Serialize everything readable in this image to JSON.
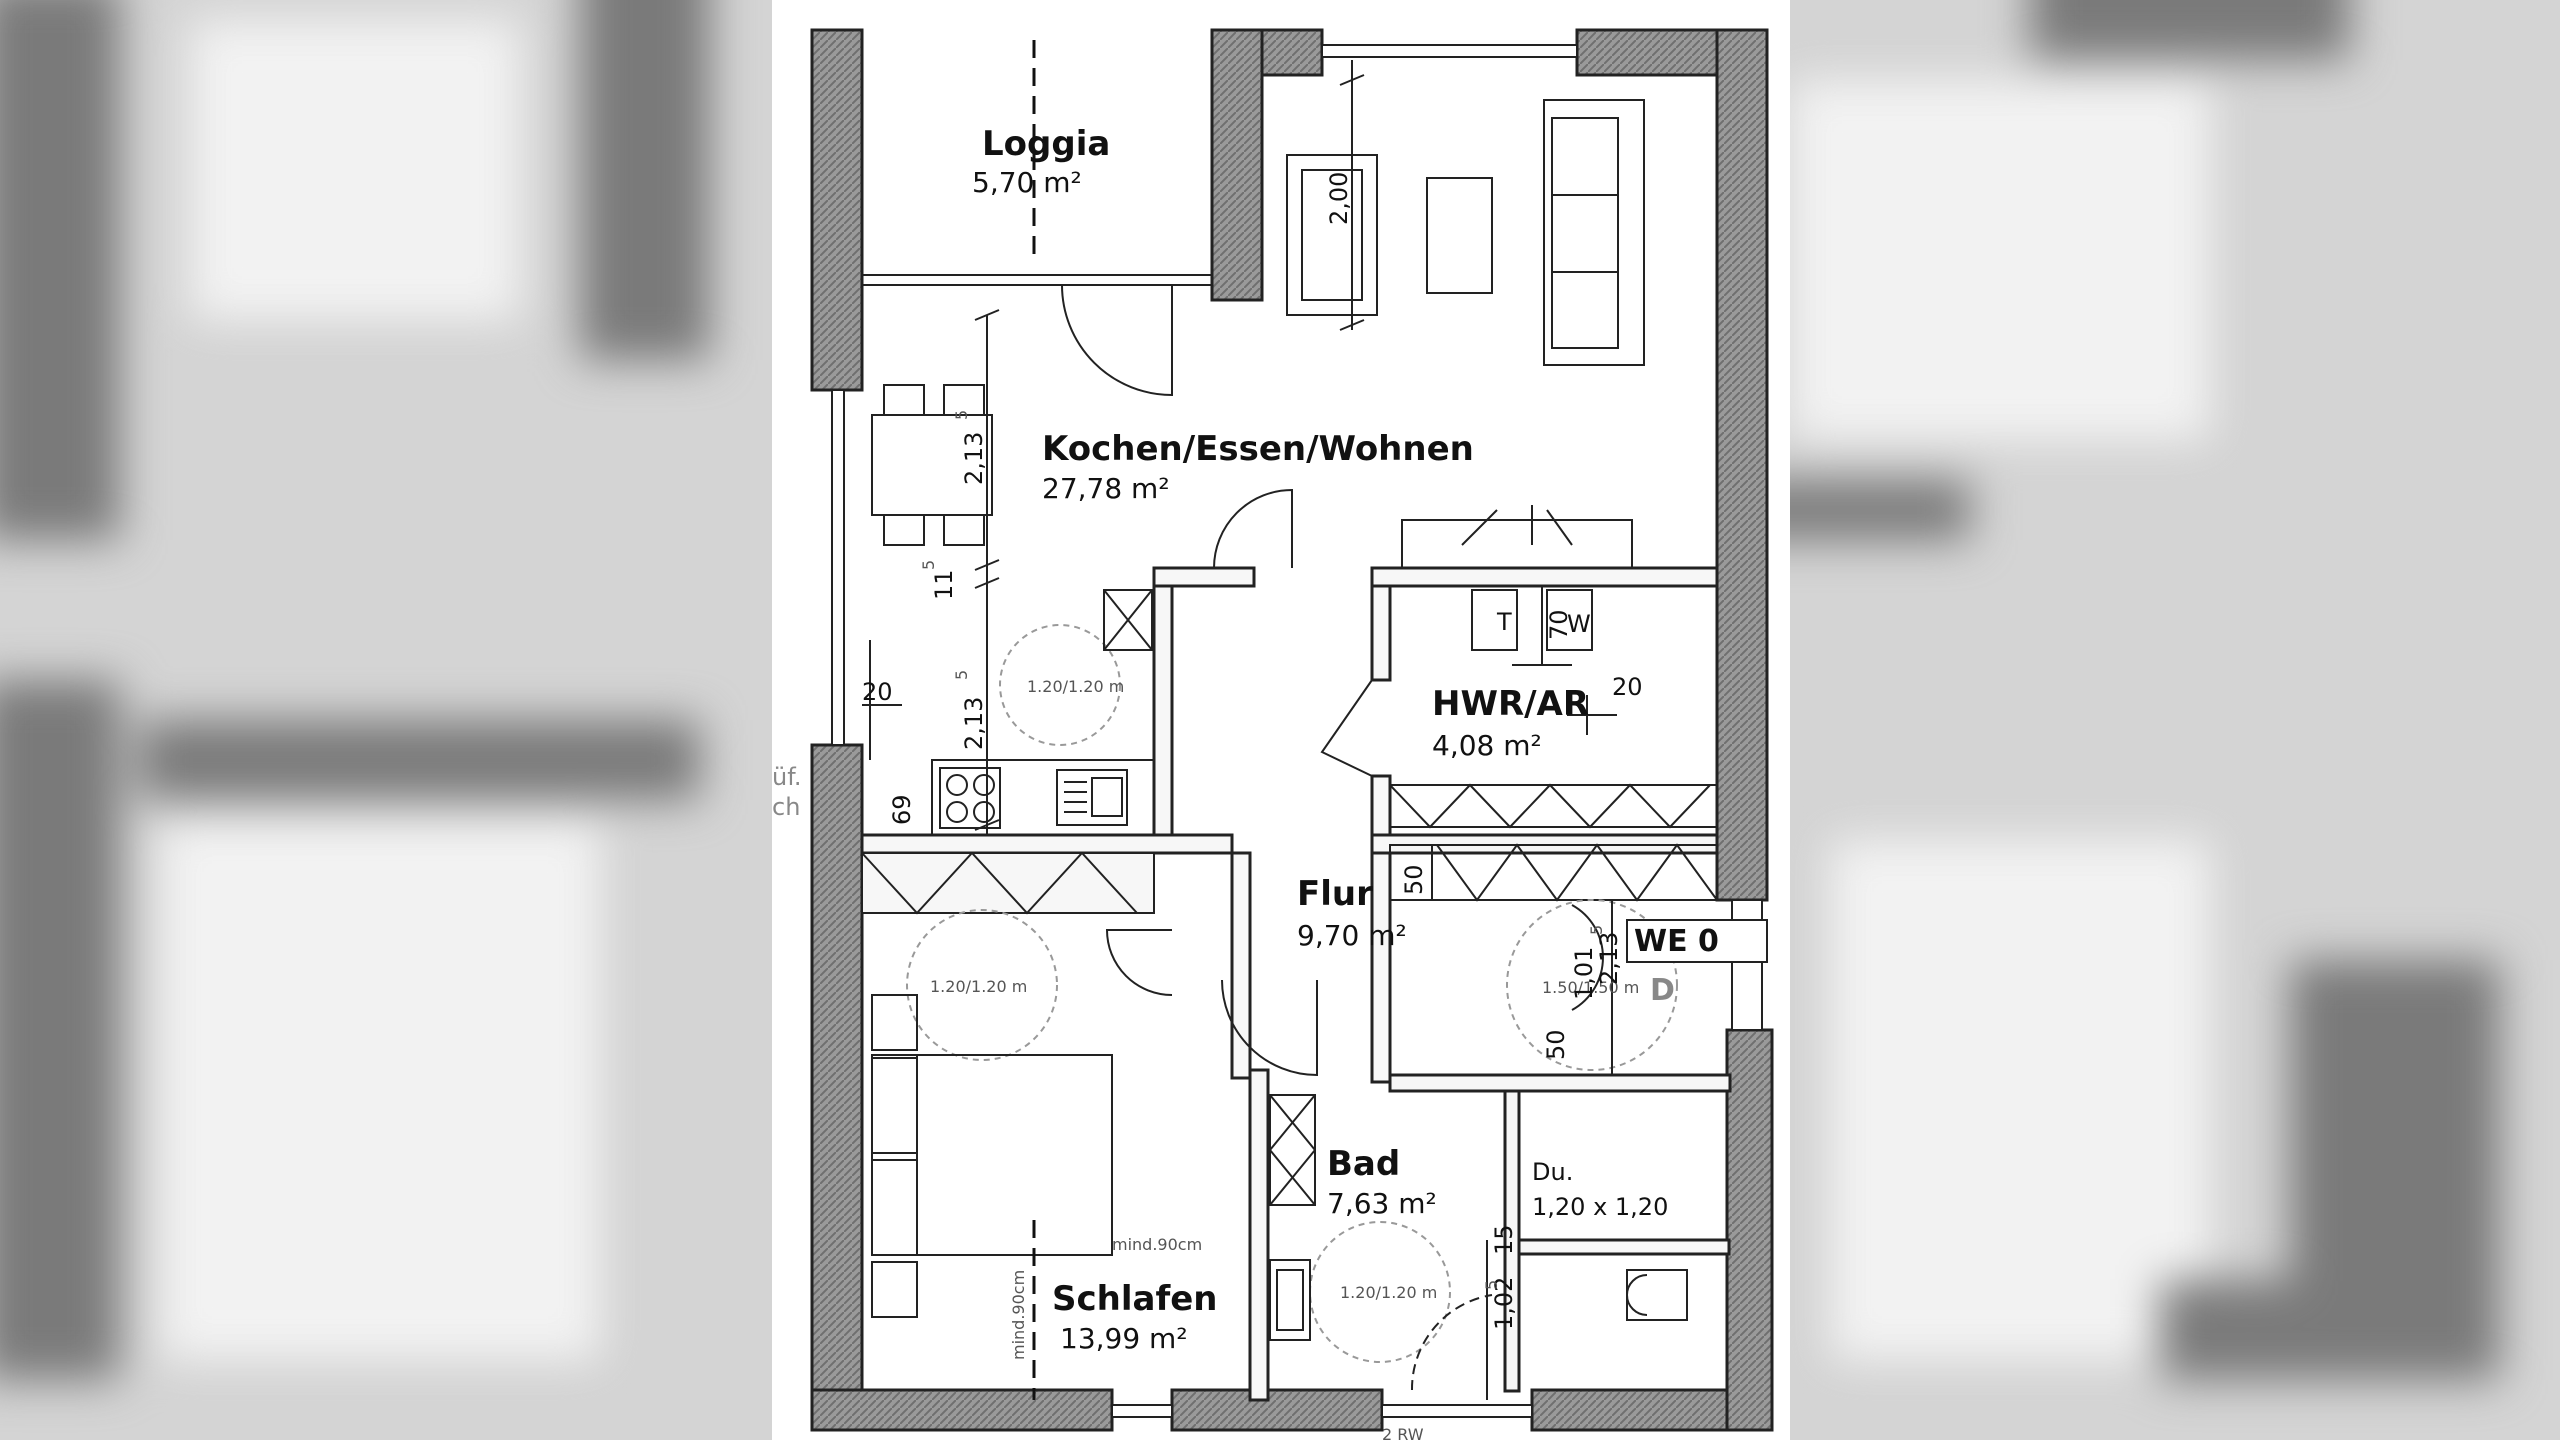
{
  "rooms": {
    "loggia": {
      "name": "Loggia",
      "area": "5,70 m²"
    },
    "kochen": {
      "name": "Kochen/Essen/Wohnen",
      "area": "27,78 m²"
    },
    "hwr": {
      "name": "HWR/AR",
      "area": "4,08 m²"
    },
    "flur": {
      "name": "Flur",
      "area": "9,70 m²"
    },
    "bad": {
      "name": "Bad",
      "area": "7,63 m²"
    },
    "schlafen": {
      "name": "Schlafen",
      "area": "13,99 m²"
    },
    "dusche": {
      "name": "Du.",
      "size": "1,20 x 1,20"
    }
  },
  "dimensions": {
    "sofa_depth": "2,00",
    "kitchen_upper": "2,13",
    "kitchen_upper_sup": "5",
    "gap": "11",
    "gap_sup": "5",
    "kitchen_lower": "2,13",
    "kitchen_lower_sup": "5",
    "wall_20_left": "20",
    "wall_20_right": "20",
    "counter_69": "69",
    "hwr_70": "70",
    "hall_50_top": "50",
    "hall_101": "1,01",
    "hall_213": "2,13",
    "hall_213_sup": "5",
    "hall_50_bottom": "50",
    "bad_15": "15",
    "bad_102": "1,02",
    "bad_102_sup": "5"
  },
  "turning_circles": {
    "kitchen": "1.20/1.20 m",
    "bedroom": "1.20/1.20 m",
    "bath": "1.20/1.20 m",
    "hall": "1.50/1.50 m"
  },
  "notes": {
    "bed_clearance": "mind.90cm",
    "bed_clearance_vertical": "mind.90cm",
    "unit_label": "WE 0",
    "unit_letter": "D",
    "left_edge_text_1": "üf.",
    "left_edge_text_2": "ch",
    "bottom_text": "2 RW",
    "appliance_t": "T",
    "appliance_w": "W"
  }
}
